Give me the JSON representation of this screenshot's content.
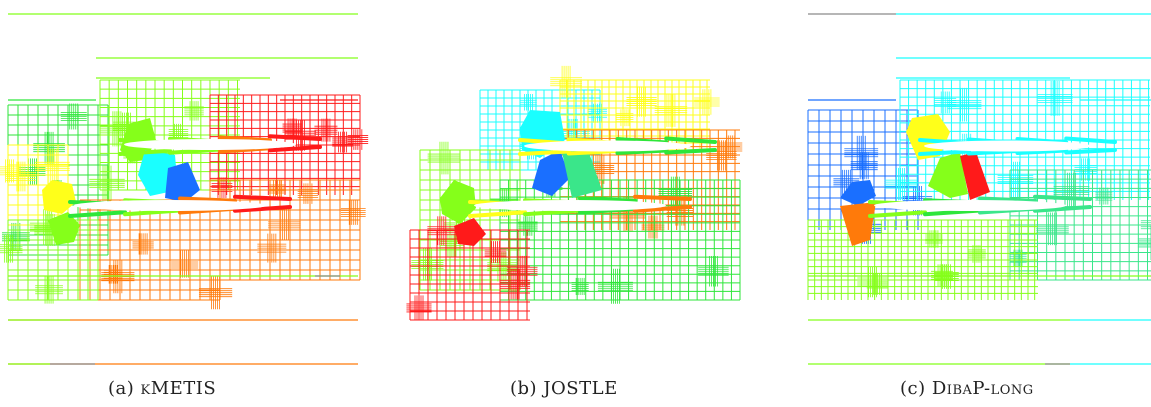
{
  "figure": {
    "panels": [
      {
        "label": "(a)",
        "name": "κMETIS"
      },
      {
        "label": "(b)",
        "name": "JOSTLE"
      },
      {
        "label": "(c)",
        "name": "DibaP-long"
      }
    ]
  },
  "colors": {
    "red": "#ff1a1a",
    "orange": "#ff7a0a",
    "yellow": "#ffff1a",
    "lime": "#85ff1a",
    "green": "#2ee63a",
    "cyan": "#1affff",
    "blue": "#1a6fff",
    "mint": "#3ae68a",
    "gray": "#8a8a8a"
  }
}
